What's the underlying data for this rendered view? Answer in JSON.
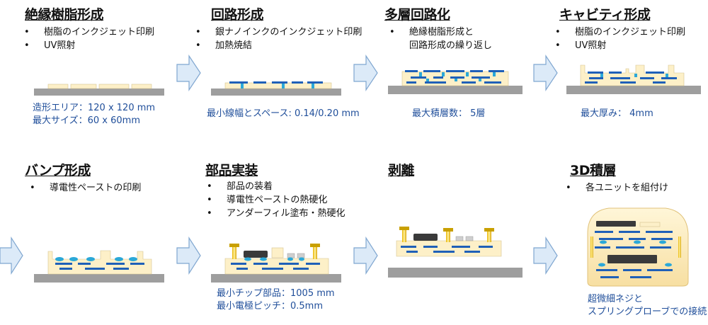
{
  "steps": [
    {
      "title": "絶縁樹脂形成",
      "bullets": [
        "樹脂のインクジェット印刷",
        "UV照射"
      ],
      "spec": [
        "造形エリア：120 x 120 mm",
        "最大サイズ：60 x 60mm"
      ]
    },
    {
      "title": "回路形成",
      "bullets": [
        "銀ナノインクのインクジェット印刷",
        "加熱焼結"
      ],
      "spec": [
        "最小線幅とスペース: 0.14/0.20 mm"
      ]
    },
    {
      "title": "多層回路化",
      "bullets": [
        "絶縁樹脂形成と"
      ],
      "bullets_cont": "回路形成の繰り返し",
      "spec": [
        "最大積層数： 5層"
      ]
    },
    {
      "title": "キャビティ形成",
      "bullets": [
        "樹脂のインクジェット印刷",
        "UV照射"
      ],
      "spec": [
        "最大厚み： 4mm"
      ]
    },
    {
      "title": "バンプ形成",
      "bullets": [
        "導電性ペーストの印刷"
      ],
      "spec": []
    },
    {
      "title": "部品実装",
      "bullets": [
        "部品の装着",
        "導電性ペーストの熱硬化",
        "アンダーフィル塗布・熱硬化"
      ],
      "spec": [
        "最小チップ部品：1005 mm",
        "最小電極ピッチ：0.5mm"
      ]
    },
    {
      "title": "剥離",
      "bullets": [],
      "spec": []
    },
    {
      "title": "3D積層",
      "bullets": [
        "各ユニットを組付け"
      ],
      "spec": [
        "超微細ネジと",
        "スプリングプローブでの接続"
      ]
    }
  ],
  "colors": {
    "accent": "#1f4e9a",
    "resin": "#fdf0c8",
    "circuit": "#1f60b8",
    "via": "#2ba8d8",
    "base": "#9e9e9e",
    "arrow_fill": "#dceaf8",
    "arrow_stroke": "#7fa6d0"
  }
}
